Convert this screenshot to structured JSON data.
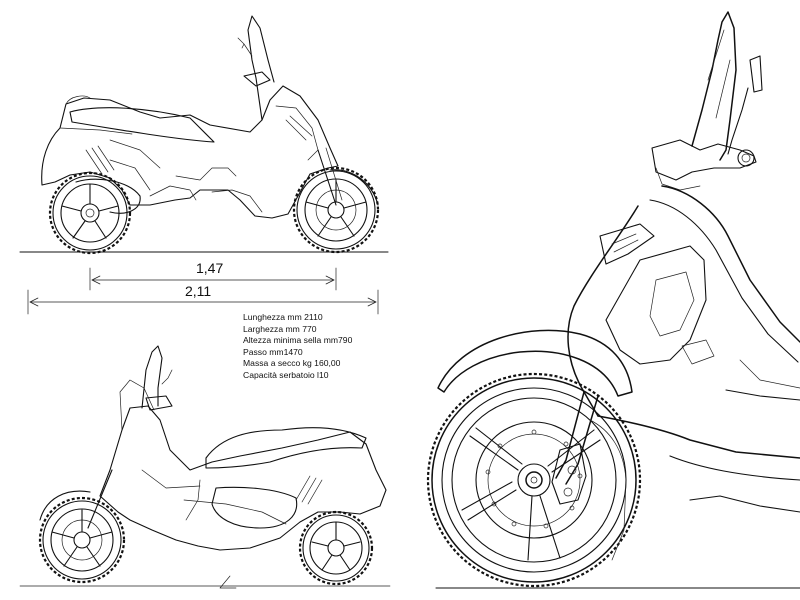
{
  "dimensions": {
    "wheelbase": "1,47",
    "overall_length": "2,11"
  },
  "specs": [
    "Lunghezza mm 2110",
    "Larghezza mm 770",
    "Altezza minima sella mm790",
    "Passo mm1470",
    "Massa a secco kg 160,00",
    "Capacità serbatoio l10"
  ]
}
